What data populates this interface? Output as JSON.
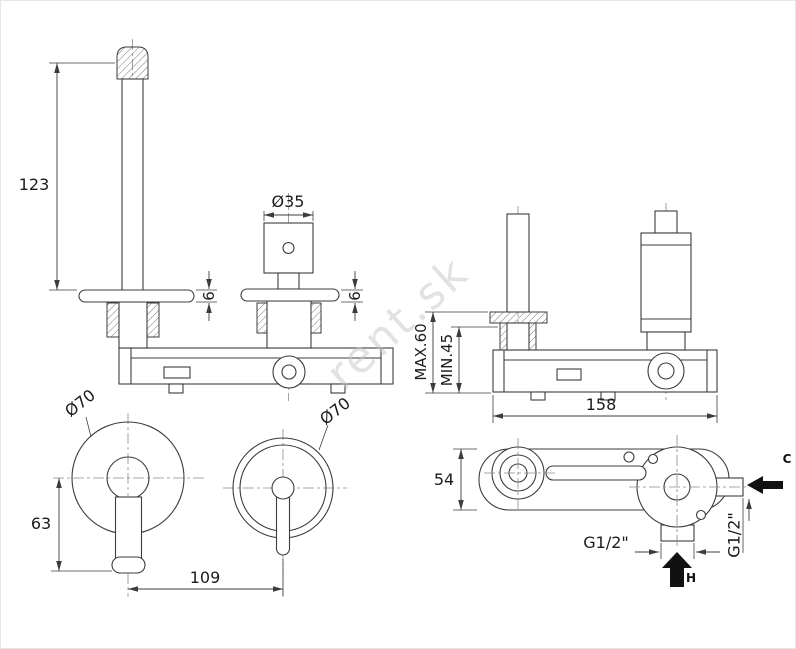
{
  "watermark": "rent.sk",
  "drawing": {
    "side_view_finished": {
      "spout_height": "123",
      "handle_diameter": "Ø35",
      "spout_plate_thickness": "6",
      "handle_plate_thickness": "6"
    },
    "side_view_rough": {
      "max_depth": "MAX.60",
      "min_depth": "MIN.45",
      "body_width": "158"
    },
    "front_view_finished": {
      "spout_rosette_diameter": "Ø70",
      "handle_rosette_diameter": "Ø70",
      "spout_drop": "63",
      "center_distance": "109"
    },
    "front_view_rough": {
      "body_height": "54",
      "bottom_connection_thread": "G1/2\"",
      "side_connection_thread": "G1/2\"",
      "cold_water": "C",
      "hot_water": "H"
    }
  }
}
